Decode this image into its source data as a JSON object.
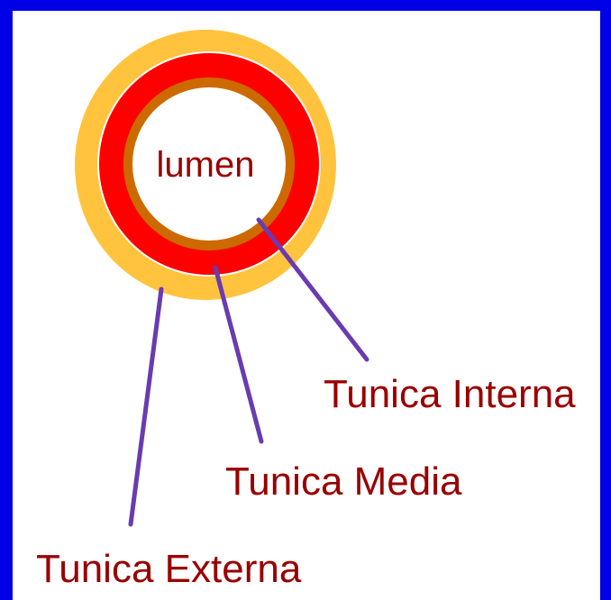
{
  "diagram": {
    "title": "",
    "labels": {
      "lumen": "lumen",
      "interna": "Tunica Interna",
      "media": "Tunica Media",
      "externa": "Tunica Externa"
    },
    "colors": {
      "frame": "#0000e6",
      "background": "#ffffff",
      "externa": "#ffc33d",
      "media": "#ff0000",
      "interna": "#cc6a00",
      "lumen": "#ffffff",
      "label_text": "#990000",
      "pointer": "#6a3bb0"
    }
  }
}
